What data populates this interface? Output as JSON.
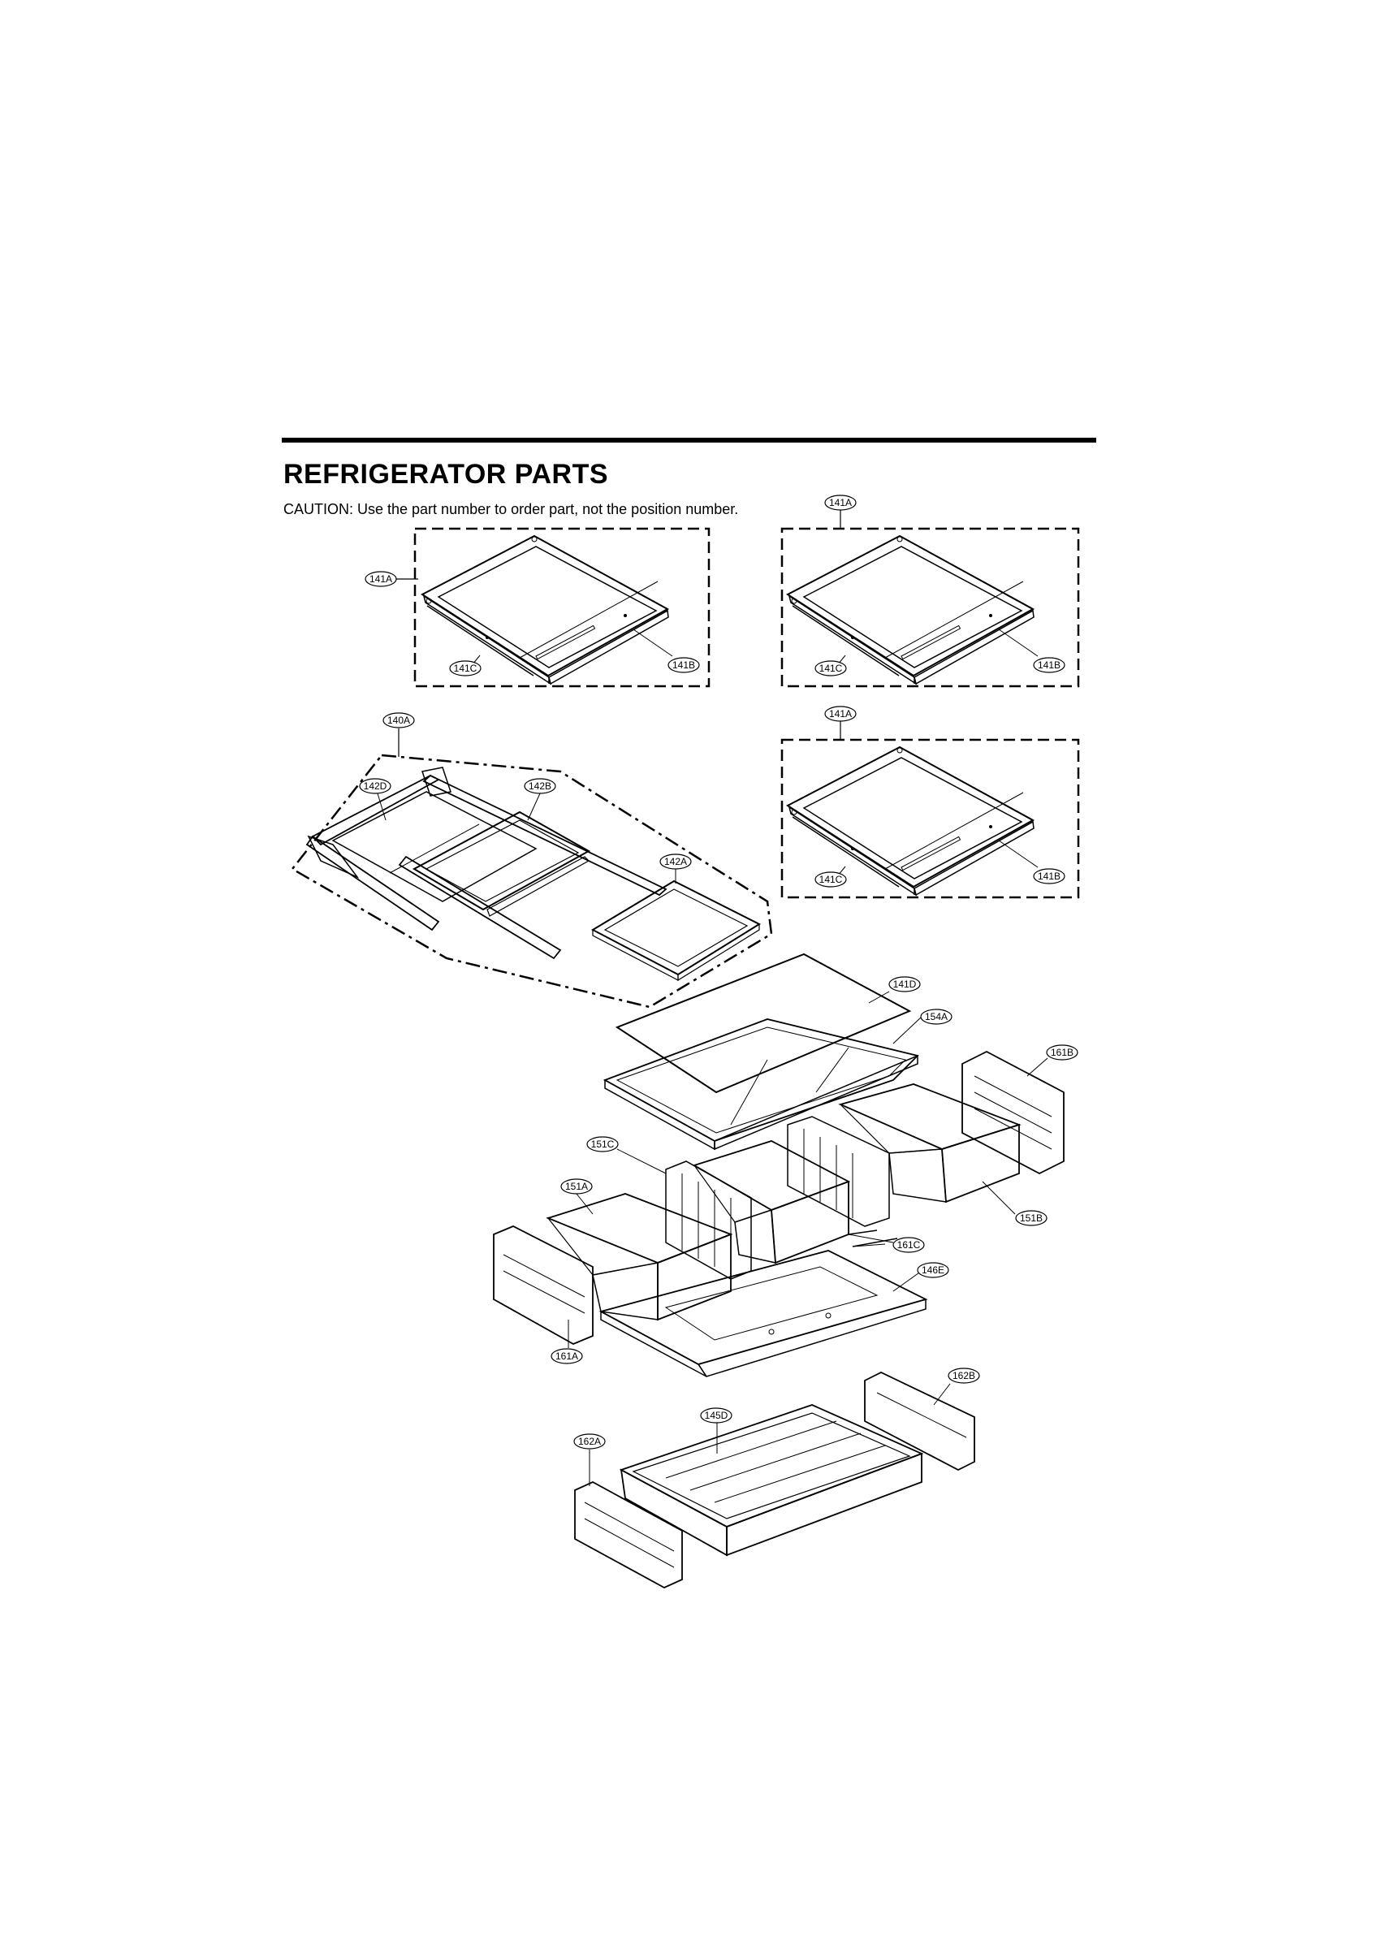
{
  "header": {
    "title": "REFRIGERATOR PARTS",
    "caution": "CAUTION: Use the part number to order part, not the position number."
  },
  "diagram": {
    "colors": {
      "ink": "#000000",
      "paper": "#ffffff"
    },
    "labels": {
      "shelf_top_left_141A": "141A",
      "shelf_top_left_141C": "141C",
      "shelf_top_left_141B": "141B",
      "shelf_top_right_141A": "141A",
      "shelf_top_right_141C": "141C",
      "shelf_top_right_141B": "141B",
      "shelf_mid_right_141A": "141A",
      "shelf_mid_right_141C": "141C",
      "shelf_mid_right_141B": "141B",
      "folding_shelf_140A": "140A",
      "folding_shelf_142D": "142D",
      "folding_shelf_142B": "142B",
      "folding_shelf_142A": "142A",
      "glass_141D": "141D",
      "crisper_cover_154A": "154A",
      "control_161B": "161B",
      "divider_151C": "151C",
      "drawer_151A": "151A",
      "drawer_151B": "151B",
      "rail_161C": "161C",
      "frame_146E": "146E",
      "control_161A": "161A",
      "bracket_162B": "162B",
      "pantry_145D": "145D",
      "bracket_162A": "162A"
    }
  }
}
